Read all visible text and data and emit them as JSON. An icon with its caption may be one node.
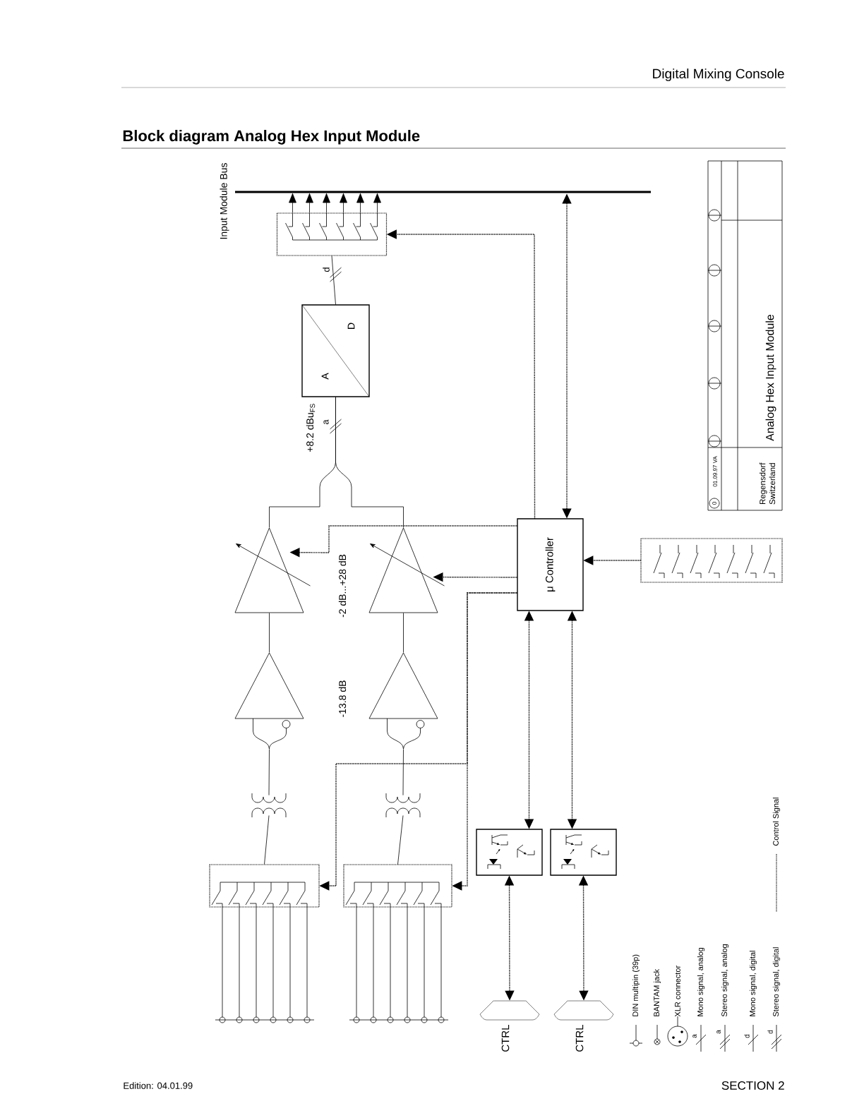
{
  "diagram": {
    "title": "Block diagram Analog Hex Input Module",
    "nodes": [
      {
        "text": [],
        "shape": "bar"
      },
      {
        "text": [],
        "shape": "switch"
      },
      {
        "text": [
          "A",
          "D"
        ]
      },
      {
        "text": [],
        "shape": "triangle"
      },
      {
        "text": [],
        "shape": "triangle"
      },
      {
        "text": [],
        "shape": "triangle"
      },
      {
        "text": [],
        "shape": "triangle"
      },
      {
        "text": [],
        "shape": "transformer"
      },
      {
        "text": [],
        "shape": "transformer"
      },
      {
        "text": [],
        "shape": "switch"
      },
      {
        "text": [],
        "shape": "switch"
      },
      {
        "text": [
          "μ Controller"
        ]
      },
      {
        "text": [],
        "shape": "switch"
      },
      {
        "text": [],
        "shape": "box"
      },
      {
        "text": [],
        "shape": "box"
      },
      {
        "text": [
          "CTRL"
        ]
      },
      {
        "text": [
          "CTRL"
        ]
      }
    ],
    "edges": [
      {
        "from": 1,
        "to": 0,
        "arrow": "to"
      },
      {
        "from": 2,
        "to": 1,
        "arrow": "none",
        "label": "d"
      },
      {
        "from": 3,
        "to": 2,
        "arrow": "none",
        "label": "a"
      },
      {
        "from": 4,
        "to": 2,
        "arrow": "none"
      },
      {
        "from": 5,
        "to": 3,
        "arrow": "none"
      },
      {
        "from": 6,
        "to": 4,
        "arrow": "none"
      },
      {
        "from": 7,
        "to": 5,
        "arrow": "none"
      },
      {
        "from": 8,
        "to": 6,
        "arrow": "none"
      },
      {
        "from": 9,
        "to": 7,
        "arrow": "none"
      },
      {
        "from": 10,
        "to": 8,
        "arrow": "none"
      },
      {
        "from": 11,
        "to": 1,
        "arrow": "to",
        "style": "dashed"
      },
      {
        "from": 11,
        "to": 0,
        "arrow": "both",
        "style": "dashed"
      },
      {
        "from": 11,
        "to": 3,
        "arrow": "to",
        "style": "dashed"
      },
      {
        "from": 11,
        "to": 4,
        "arrow": "to",
        "style": "dashed"
      },
      {
        "from": 11,
        "to": 10,
        "arrow": "to",
        "style": "dashed"
      },
      {
        "from": 11,
        "to": 9,
        "arrow": "to",
        "style": "dashed"
      },
      {
        "from": 12,
        "to": 11,
        "arrow": "to",
        "style": "dashed"
      },
      {
        "from": 11,
        "to": 13,
        "arrow": "both",
        "style": "dashed"
      },
      {
        "from": 11,
        "to": 14,
        "arrow": "both",
        "style": "dashed"
      },
      {
        "from": 13,
        "to": 15,
        "arrow": "both",
        "style": "dashed"
      },
      {
        "from": 14,
        "to": 16,
        "arrow": "both",
        "style": "dashed"
      }
    ],
    "labels": [
      "Input Module Bus",
      "Digital Mixing Console",
      "+8.2 dBu$_{FS}$",
      "-2 dB...+28 dB",
      "-13.8 dB",
      "0",
      "01.09.97 VA",
      "Regensdorf Switzerland",
      "Analog Hex Input Module",
      "a",
      "a",
      "d",
      "d",
      "Edition: 04.01.99",
      "SECTION 2"
    ],
    "legend": [
      {
        "text": "DIN multipin (39p)"
      },
      {
        "text": "BANTAM jack"
      },
      {
        "text": "XLR connector"
      },
      {
        "text": "Mono signal, analog"
      },
      {
        "text": "Stereo signal, analog"
      },
      {
        "text": "Mono signal, digital"
      },
      {
        "text": "Stereo signal, digital"
      },
      {
        "text": "Control Signal"
      }
    ]
  }
}
